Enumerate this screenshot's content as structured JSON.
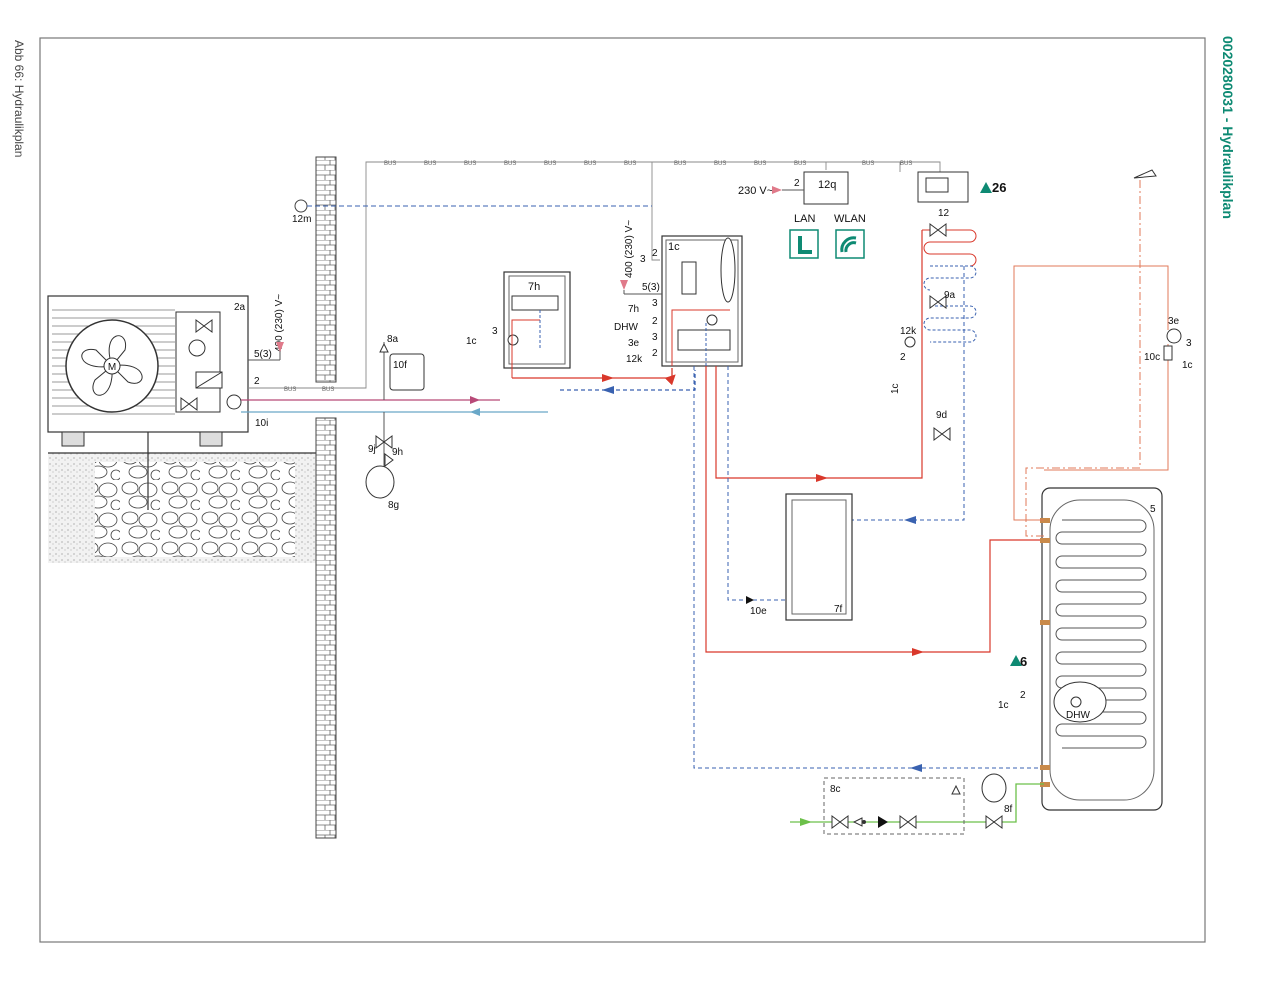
{
  "caption": "Abb 66: Hydraulikplan",
  "doc_id": "0020280031 - Hydraulikplan",
  "bus_label": "BUS",
  "supply": {
    "outdoor_unit": "400 (230) V~",
    "indoor_unit": "400 (230) V~",
    "gateway": "230 V~"
  },
  "components": {
    "outdoor_unit": "2a",
    "fan_motor": "M",
    "indoor_unit": "1c",
    "module": "7h",
    "buffer": "7f",
    "cylinder": "5",
    "gateway": "12q",
    "controller": "12",
    "outdoor_sensor": "12m",
    "room_sensor": "12k",
    "valve_9a": "9a",
    "valve_9d": "9d",
    "valve_9h": "9h",
    "valve_9j": "9j",
    "safety_8a": "8a",
    "safety_group": "8c",
    "safety_8f": "8f",
    "exp_vessel_10f": "10f",
    "vessel_8g": "8g",
    "hose_10i": "10i",
    "check_10e": "10e",
    "check_10c": "10c",
    "pump_3e": "3e",
    "dhw_sensor": "DHW"
  },
  "connectivity": {
    "lan": "LAN",
    "wlan": "WLAN"
  },
  "wire_counts": {
    "ou_power": "5(3)",
    "ou_bus": "2",
    "iu_power": "5(3)",
    "iu_top_3": "3",
    "iu_top_2": "2",
    "module_1c": "3",
    "gateway_power": "2",
    "room_sensor": "2",
    "pump_3e": "3",
    "dhw_sensor": "2"
  },
  "terminals": {
    "t_7h": "7h",
    "t_7h_n": "3",
    "t_dhw": "DHW",
    "t_dhw_n": "2",
    "t_3e": "3e",
    "t_3e_n": "3",
    "t_12k": "12k",
    "t_12k_n": "2",
    "module_ref": "1c",
    "room_ref": "1c",
    "pump_ref": "1c",
    "dhw_ref": "1c"
  },
  "warnings": {
    "w26": "26",
    "w6": "6"
  },
  "colors": {
    "flow": "#d9382b",
    "return": "#3a62b0",
    "cold_water": "#6cc04a",
    "accent": "#0e8a73",
    "line": "#555555"
  }
}
